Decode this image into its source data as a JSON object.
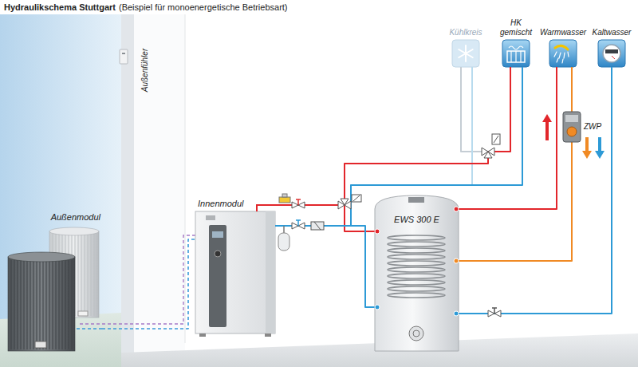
{
  "diagram": {
    "title": "Hydraulikschema Stuttgart",
    "nodes": [
      {
        "text": [
          "Kühlkreis"
        ]
      },
      {
        "text": [
          "HK gemischt"
        ]
      },
      {
        "text": [
          "Warmwasser"
        ]
      },
      {
        "text": [
          "Kaltwasser"
        ]
      },
      {
        "text": [
          "ZWP"
        ]
      },
      {
        "text": [
          "Außenmodul"
        ]
      },
      {
        "text": [
          "Innenmodul"
        ]
      },
      {
        "text": [
          "EWS 300 E"
        ]
      }
    ],
    "edges": [
      {
        "from": 5,
        "to": 6,
        "arrow": "none"
      },
      {
        "from": 6,
        "to": 0,
        "arrow": "none"
      },
      {
        "from": 0,
        "to": 6,
        "arrow": "none"
      },
      {
        "from": 6,
        "to": 1,
        "arrow": "none"
      },
      {
        "from": 1,
        "to": 6,
        "arrow": "none"
      },
      {
        "from": 6,
        "to": 7,
        "arrow": "none"
      },
      {
        "from": 7,
        "to": 6,
        "arrow": "none"
      },
      {
        "from": 7,
        "to": 2,
        "arrow": "none"
      },
      {
        "from": 2,
        "to": 4,
        "arrow": "none"
      },
      {
        "from": 4,
        "to": 7,
        "arrow": "none"
      },
      {
        "from": 3,
        "to": 7,
        "arrow": "none"
      }
    ],
    "labels": [
      "(Beispiel für monoenergetische Betriebsart)",
      "Außenfühler"
    ]
  }
}
